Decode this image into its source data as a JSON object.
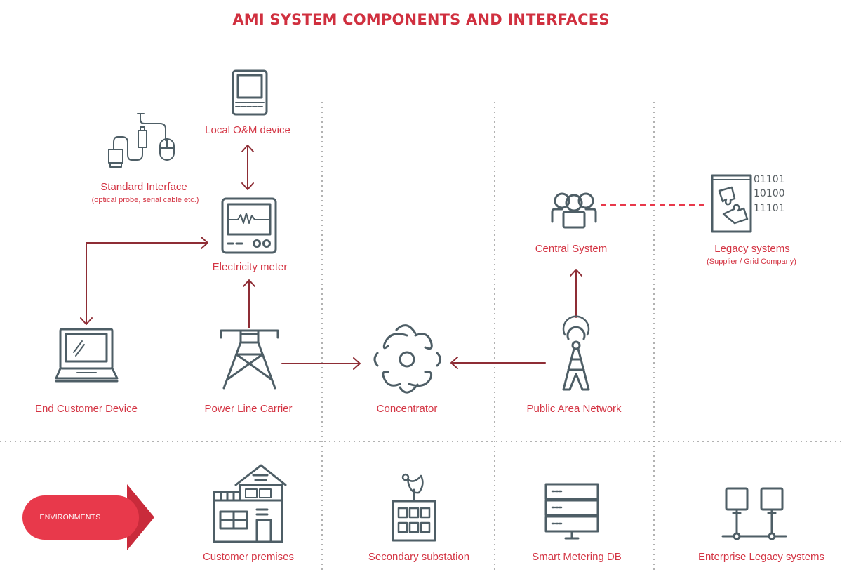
{
  "title": "AMI SYSTEM COMPONENTS AND INTERFACES",
  "colors": {
    "accent": "#d43544",
    "arrow": "#8e2d35",
    "icon": "#4e5e66",
    "divider": "#999999",
    "banner": "#e8394b",
    "banner_dark": "#c92b3b"
  },
  "components": {
    "local_om_device": {
      "label": "Local O&M device",
      "icon": "handheld-terminal-icon"
    },
    "standard_interface": {
      "label": "Standard Interface",
      "sublabel": "(optical probe, serial cable etc.)",
      "icon": "cables-icon"
    },
    "electricity_meter": {
      "label": "Electricity meter",
      "icon": "meter-icon"
    },
    "end_customer_device": {
      "label": "End Customer Device",
      "icon": "laptop-icon"
    },
    "power_line_carrier": {
      "label": "Power Line Carrier",
      "icon": "pylon-icon"
    },
    "concentrator": {
      "label": "Concentrator",
      "icon": "atom-icon"
    },
    "public_area_network": {
      "label": "Public Area Network",
      "icon": "radio-tower-icon"
    },
    "central_system": {
      "label": "Central System",
      "icon": "users-icon"
    },
    "legacy_systems": {
      "label": "Legacy systems",
      "sublabel": "(Supplier / Grid Company)",
      "icon": "puzzle-doc-icon",
      "binary": [
        "01101",
        "10100",
        "11101"
      ]
    }
  },
  "environments": {
    "banner": "ENVIRONMENTS",
    "items": [
      {
        "label": "Customer premises",
        "icon": "house-icon"
      },
      {
        "label": "Secondary substation",
        "icon": "substation-icon"
      },
      {
        "label": "Smart Metering DB",
        "icon": "server-icon"
      },
      {
        "label": "Enterprise Legacy systems",
        "icon": "network-icon"
      }
    ]
  },
  "connections": [
    {
      "from": "Local O&M device",
      "to": "Electricity meter",
      "type": "bidirectional"
    },
    {
      "from": "End Customer Device",
      "to": "Electricity meter",
      "type": "bidirectional"
    },
    {
      "from": "Power Line Carrier",
      "to": "Electricity meter",
      "type": "arrow"
    },
    {
      "from": "Power Line Carrier",
      "to": "Concentrator",
      "type": "arrow"
    },
    {
      "from": "Public Area Network",
      "to": "Concentrator",
      "type": "arrow"
    },
    {
      "from": "Public Area Network",
      "to": "Central System",
      "type": "arrow"
    },
    {
      "from": "Central System",
      "to": "Legacy systems",
      "type": "dashed"
    }
  ]
}
